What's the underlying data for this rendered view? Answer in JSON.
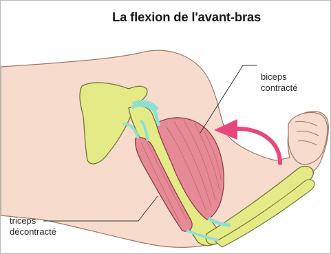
{
  "title": "La flexion de l'avant-bras",
  "labels": {
    "biceps": {
      "line1": "biceps",
      "line2": "contracté"
    },
    "triceps": {
      "line1": "triceps",
      "line2": "décontracté"
    }
  },
  "colors": {
    "skin": "#f7dccd",
    "skin_outline": "#9a7868",
    "bone": "#e3ea86",
    "bone_outline": "#6f7432",
    "muscle": "#e58a96",
    "muscle_outline": "#8d3a47",
    "tendon": "#8fe0d2",
    "arrow": "#e7487b"
  }
}
